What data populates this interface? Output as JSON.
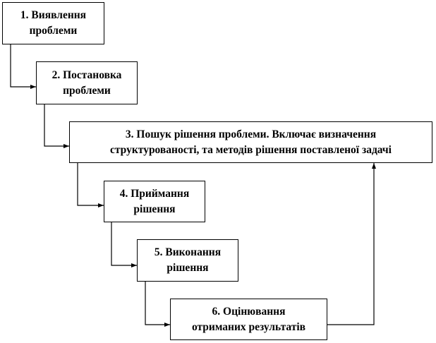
{
  "steps": [
    {
      "line1": "1. Виявлення",
      "line2": "проблеми"
    },
    {
      "line1": "2. Постановка",
      "line2": "проблеми"
    },
    {
      "line1": "3. Пошук рішення проблеми. Включає визначення",
      "line2": "структурованості, та методів рішення поставленої задачі"
    },
    {
      "line1": "4. Приймання",
      "line2": "рішення"
    },
    {
      "line1": "5. Виконання",
      "line2": "рішення"
    },
    {
      "line1": "6. Оцінювання",
      "line2": "отриманих результатів"
    }
  ]
}
